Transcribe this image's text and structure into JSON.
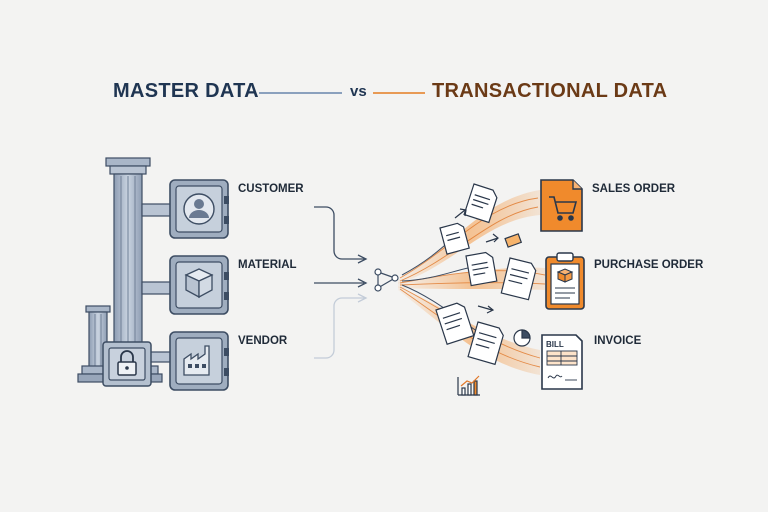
{
  "title": {
    "master": "MASTER DATA",
    "vs": "vs",
    "transactional": "TRANSACTIONAL DATA"
  },
  "master_items": [
    {
      "label": "CUSTOMER",
      "icon": "customer-icon"
    },
    {
      "label": "MATERIAL",
      "icon": "package-icon"
    },
    {
      "label": "VENDOR",
      "icon": "factory-icon"
    }
  ],
  "transaction_items": [
    {
      "label": "SALES ORDER",
      "icon": "shopping-cart-icon"
    },
    {
      "label": "PURCHASE ORDER",
      "icon": "clipboard-icon"
    },
    {
      "label": "INVOICE",
      "icon": "bill-icon"
    }
  ],
  "bill_text": "BILL",
  "colors": {
    "master_navy": "#1f3552",
    "transaction_brown": "#6b3a16",
    "steel": "#a9b6c8",
    "orange": "#f08a2c"
  }
}
